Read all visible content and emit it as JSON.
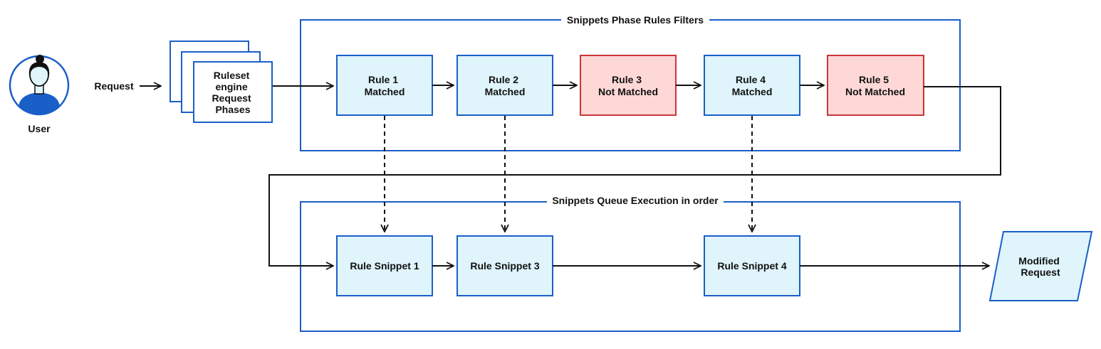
{
  "colors": {
    "accent": "#1a5fc8",
    "matched_fill": "#dff4fb",
    "not_matched_fill": "#fdd8d6",
    "not_matched_stroke": "#c9363a",
    "line": "#111111",
    "user_fill": "#1a5fc8"
  },
  "icons": {
    "user": "user-avatar-icon"
  },
  "user": {
    "label": "User"
  },
  "edges": {
    "request": "Request"
  },
  "engine": {
    "lines": [
      "Ruleset",
      "engine",
      "Request",
      "Phases"
    ]
  },
  "filters": {
    "title": "Snippets Phase Rules Filters",
    "rules": [
      {
        "name": "Rule 1",
        "status": "Matched"
      },
      {
        "name": "Rule 2",
        "status": "Matched"
      },
      {
        "name": "Rule 3",
        "status": "Not Matched"
      },
      {
        "name": "Rule 4",
        "status": "Matched"
      },
      {
        "name": "Rule 5",
        "status": "Not Matched"
      }
    ]
  },
  "queue": {
    "title": "Snippets Queue Execution in order",
    "snippets": [
      "Rule Snippet 1",
      "Rule Snippet 3",
      "Rule Snippet 4"
    ]
  },
  "output": {
    "lines": [
      "Modified",
      "Request"
    ]
  }
}
